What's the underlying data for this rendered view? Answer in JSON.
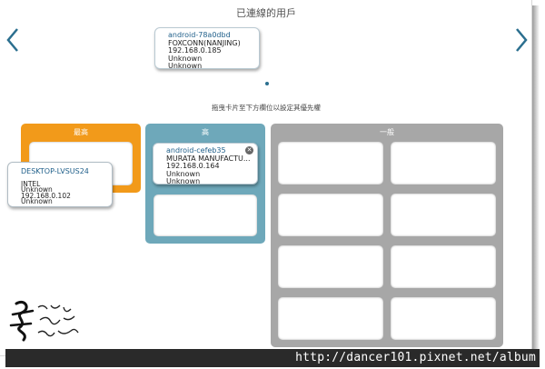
{
  "header": {
    "title": "已連線的用戶"
  },
  "connected_cards": [
    {
      "name": "android-78a0dbd",
      "vendor": "FOXCONN(NANJING)",
      "ip": "192.168.0.185",
      "line3": "Unknown",
      "line4": "Unknown"
    }
  ],
  "hint": "拖曳卡片至下方欄位以設定其優先權",
  "columns": {
    "highest": {
      "label": "最高"
    },
    "high": {
      "label": "高"
    },
    "normal": {
      "label": "一般"
    }
  },
  "dragging_card": {
    "name": "DESKTOP-LVSUS24",
    "vendor": "INTEL",
    "ip": "192.168.0.102",
    "line3": "Unknown",
    "line4": "Unknown"
  },
  "high_cards": [
    {
      "name": "android-cefeb35",
      "vendor": "MURATA MANUFACTU...",
      "ip": "192.168.0.164",
      "line3": "Unknown",
      "line4": "Unknown"
    }
  ],
  "watermark": {
    "url": "http://dancer101.pixnet.net/album"
  },
  "colors": {
    "highest": "#f29a1a",
    "high": "#6ea8ba",
    "normal": "#a7a7a7",
    "accent": "#2b6f8f"
  },
  "icons": {
    "prev": "chevron-left-icon",
    "next": "chevron-right-icon",
    "remove": "close-icon"
  }
}
